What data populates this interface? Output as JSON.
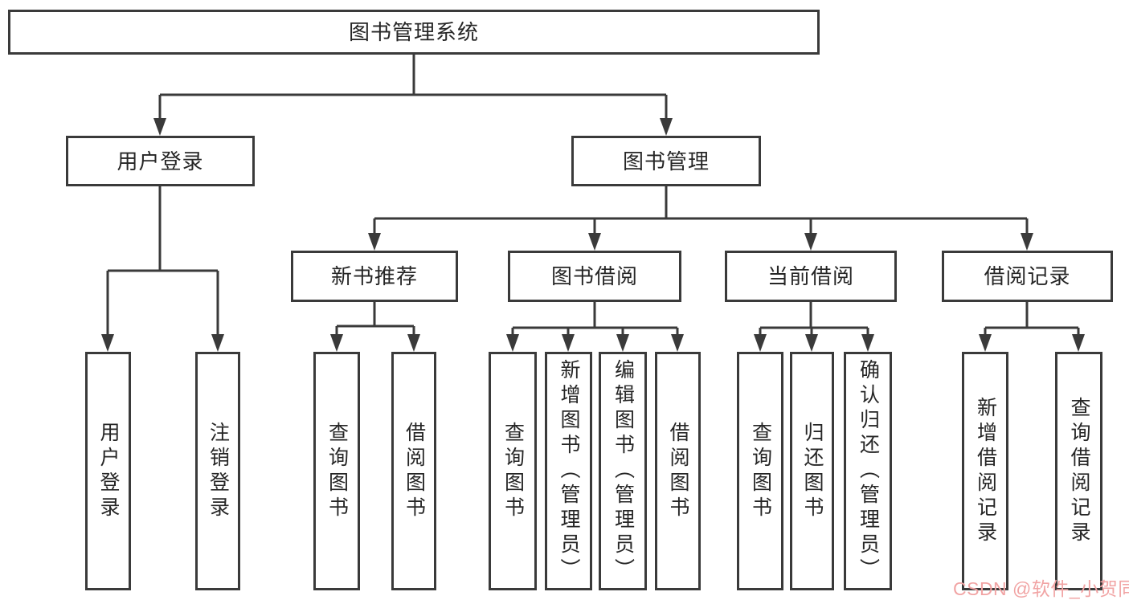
{
  "diagram": {
    "type": "tree-diagram",
    "background_color": "#ffffff",
    "line_color": "#3a3a3a",
    "text_color": "#262626",
    "tree": {
      "label": "图书管理系统",
      "children": [
        {
          "label": "用户登录",
          "children": [
            {
              "label": "用户登录"
            },
            {
              "label": "注销登录"
            }
          ]
        },
        {
          "label": "图书管理",
          "children": [
            {
              "label": "新书推荐",
              "children": [
                {
                  "label": "查询图书"
                },
                {
                  "label": "借阅图书"
                }
              ]
            },
            {
              "label": "图书借阅",
              "children": [
                {
                  "label": "查询图书"
                },
                {
                  "label": "新增图书（管理员）"
                },
                {
                  "label": "编辑图书（管理员）"
                },
                {
                  "label": "借阅图书"
                }
              ]
            },
            {
              "label": "当前借阅",
              "children": [
                {
                  "label": "查询图书"
                },
                {
                  "label": "归还图书"
                },
                {
                  "label": "确认归还（管理员）"
                }
              ]
            },
            {
              "label": "借阅记录",
              "children": [
                {
                  "label": "新增借阅记录"
                },
                {
                  "label": "查询借阅记录"
                }
              ]
            }
          ]
        }
      ]
    },
    "watermark": {
      "text": "CSDN @软件_小贺同学",
      "color": "#f1a4a4"
    }
  }
}
